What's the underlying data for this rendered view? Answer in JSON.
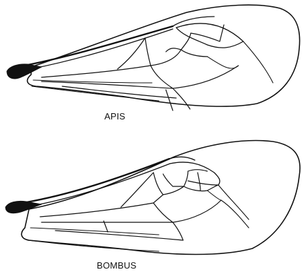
{
  "figure": {
    "wings": [
      {
        "id": "apis",
        "label": "APIS"
      },
      {
        "id": "bombus",
        "label": "BOMBUS"
      }
    ]
  },
  "colors": {
    "ink": "#111111",
    "background": "#ffffff"
  }
}
